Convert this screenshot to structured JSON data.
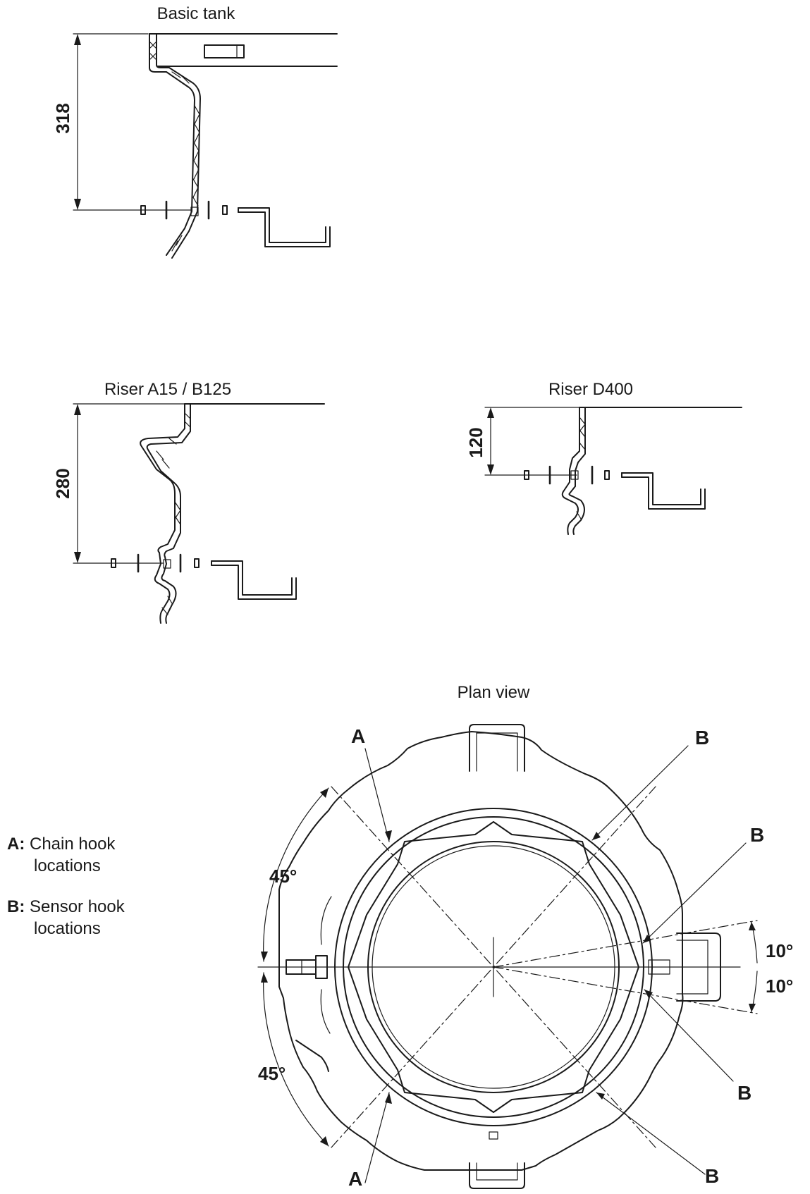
{
  "sections": {
    "basic_tank": {
      "title": "Basic tank",
      "dimension": "318"
    },
    "riser_a15_b125": {
      "title": "Riser A15 / B125",
      "dimension": "280"
    },
    "riser_d400": {
      "title": "Riser D400",
      "dimension": "120"
    },
    "plan_view": {
      "title": "Plan view",
      "angle_upper_left": "45°",
      "angle_lower_left": "45°",
      "angle_upper_right": "10°",
      "angle_lower_right": "10°",
      "label_a_top": "A",
      "label_a_bottom": "A",
      "label_b_top": "B",
      "label_b_upper_right": "B",
      "label_b_lower_right": "B",
      "label_b_bottom": "B"
    }
  },
  "legend": {
    "a_key": "A:",
    "a_text_line1": "Chain hook",
    "a_text_line2": "locations",
    "b_key": "B:",
    "b_text_line1": "Sensor hook",
    "b_text_line2": "locations"
  }
}
